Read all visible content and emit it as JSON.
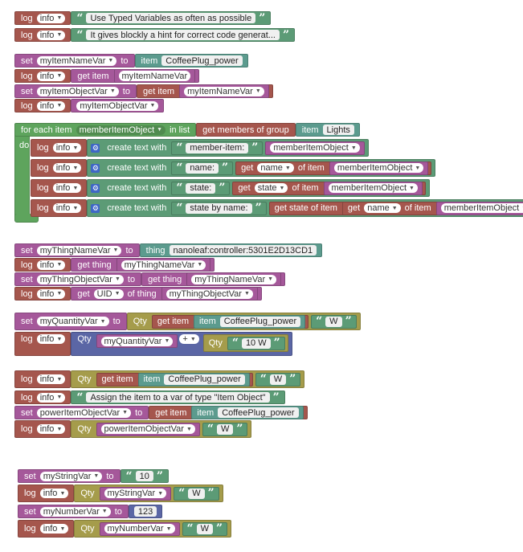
{
  "colors": {
    "log": "#a5564d",
    "var": "#a5589a",
    "text": "#5c9b76",
    "loop": "#5ea45d",
    "qty": "#a59c4b",
    "math": "#5b66a5",
    "item": "#5c9b8e"
  },
  "kw": {
    "log": "log",
    "set": "set",
    "to": "to",
    "item": "item",
    "get_item": "get item",
    "for_each": "for each item",
    "in_list": "in list",
    "get_members": "get members of group",
    "do": "do",
    "create_text": "create text with",
    "get": "get",
    "of_item": "of item",
    "get_state_of_item": "get state of item",
    "thing": "thing",
    "get_thing": "get thing",
    "of_thing": "of thing",
    "qty": "Qty"
  },
  "dd": {
    "info": "info",
    "myItemNameVar": "myItemNameVar",
    "myItemObjectVar": "myItemObjectVar",
    "memberItemObject": "memberItemObject",
    "name": "name",
    "state": "state",
    "UID": "UID",
    "myThingNameVar": "myThingNameVar",
    "myThingObjectVar": "myThingObjectVar",
    "myQuantityVar": "myQuantityVar",
    "plus": "+",
    "powerItemObjectVar": "powerItemObjectVar",
    "myStringVar": "myStringVar",
    "myNumberVar": "myNumberVar"
  },
  "str": {
    "typed": "Use Typed Variables as often as possible",
    "hint": "It gives blockly a hint for correct code generat...",
    "coffee": "CoffeePlug_power",
    "lights": "Lights",
    "member_item": "member-item:",
    "name_lbl": "name:",
    "state_lbl": "state:",
    "state_by_name": "state by name:",
    "thing_uid": "nanoleaf:controller:5301E2D13CD1",
    "W": "W",
    "tenW": "10 W",
    "assign": "Assign the item to a var of type \"Item Object\"",
    "ten": "10",
    "num": "123"
  }
}
